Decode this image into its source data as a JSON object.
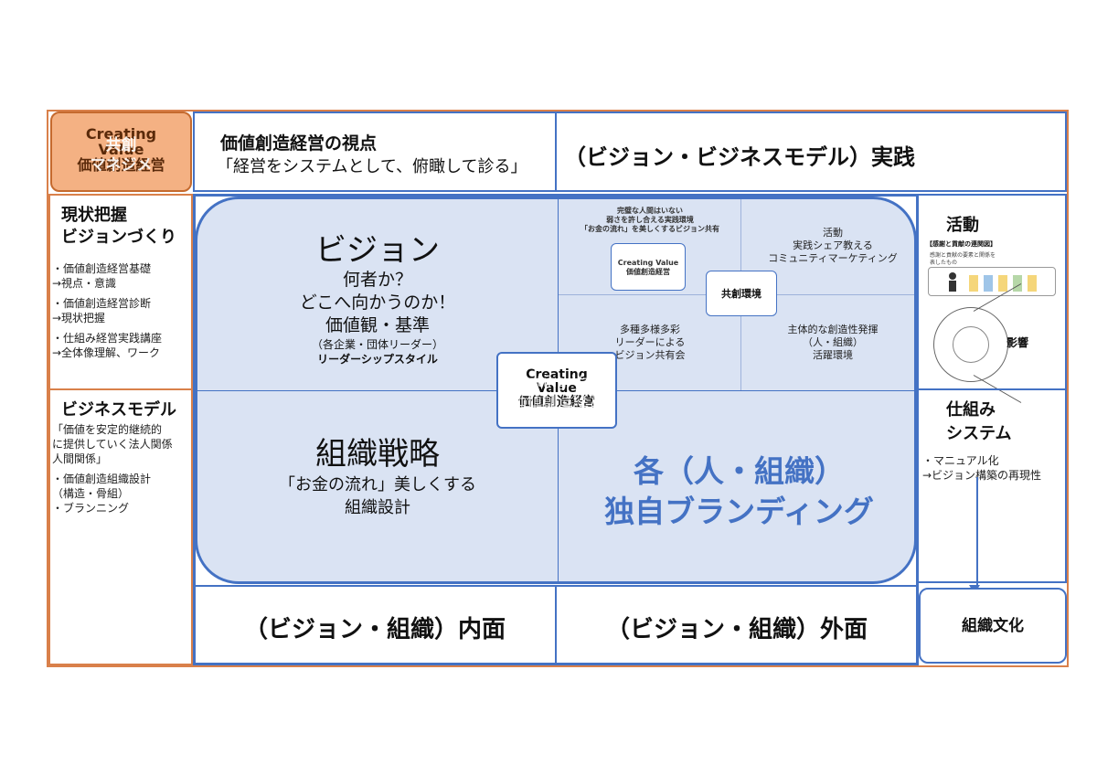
{
  "corner": {
    "line1": "Creating",
    "line2": "Value",
    "line3": "価値創造経営",
    "overlay1": "共創",
    "overlay2": "マネジメ"
  },
  "header": {
    "viewpoint_title": "価値創造経営の視点",
    "viewpoint_sub": "「経営をシステムとして、俯瞰して診る」",
    "practice_title": "（ビジョン・ビジネスモデル）実践"
  },
  "left_panel": {
    "section1_title1": "現状把握",
    "section1_title2": "ビジョンづくり",
    "section1_items": [
      "・価値創造経営基礎",
      "→視点・意識",
      "・価値創造経営診断",
      "→現状把握",
      "・仕組み経営実践講座",
      "→全体像理解、ワーク"
    ],
    "section2_title": "ビジネスモデル",
    "section2_items": [
      "「価値を安定的継続的",
      "に提供していく法人関係",
      "人間関係」",
      "・価値創造組織設計",
      "（構造・骨組）",
      "・ブランニング"
    ]
  },
  "center": {
    "vision_title": "ビジョン",
    "vision_lines": [
      "何者か？",
      "どこへ向かうのか！",
      "価値観・基準"
    ],
    "vision_sub1": "（各企業・団体リーダー）",
    "vision_sub2": "リーダーシップスタイル",
    "org_title": "組織戦略",
    "org_lines": [
      "「お金の流れ」美しくする",
      "組織設計"
    ],
    "branding_line1": "各（人・組織）",
    "branding_line2": "独自ブランディング",
    "center_box": [
      "Creating",
      "Value",
      "価値創造経営"
    ],
    "center_overlay": [
      "Creating Value",
      "価値創造経営"
    ],
    "tr_tiny": [
      "完璧な人間はいない",
      "弱さを許し合える実践環境",
      "「お金の流れ」を美しくするビジョン共有"
    ],
    "tr_box": [
      "Creating Value",
      "価値創造経営"
    ],
    "tr_activity": [
      "活動",
      "実践シェア教える",
      "コミュニティマーケティング"
    ],
    "tr_cocreate": "共創環境",
    "tr_diverse": [
      "多種多様多彩",
      "リーダーによる",
      "ビジョン共有会"
    ],
    "tr_independent": [
      "主体的な創造性発揮",
      "（人・組織）",
      "活躍環境"
    ]
  },
  "right_panel": {
    "activity_title": "活動",
    "diagram_caption": "【感謝と貢献の連関図】",
    "diagram_note": [
      "感謝と貢献の要素と関係を",
      "表したもの"
    ],
    "influence": "影響",
    "system_title1": "仕組み",
    "system_title2": "システム",
    "system_items": [
      "・マニュアル化",
      "→ビジョン構築の再現性"
    ],
    "culture": "組織文化"
  },
  "bottom": {
    "inner": "（ビジョン・組織）内面",
    "outer": "（ビジョン・組織）外面"
  },
  "colors": {
    "accent_blue": "#4472c4",
    "fill_blue": "#dae3f3",
    "orange": "#f4b183",
    "orange_border": "#d9804a",
    "brand_text": "#4472c4"
  }
}
